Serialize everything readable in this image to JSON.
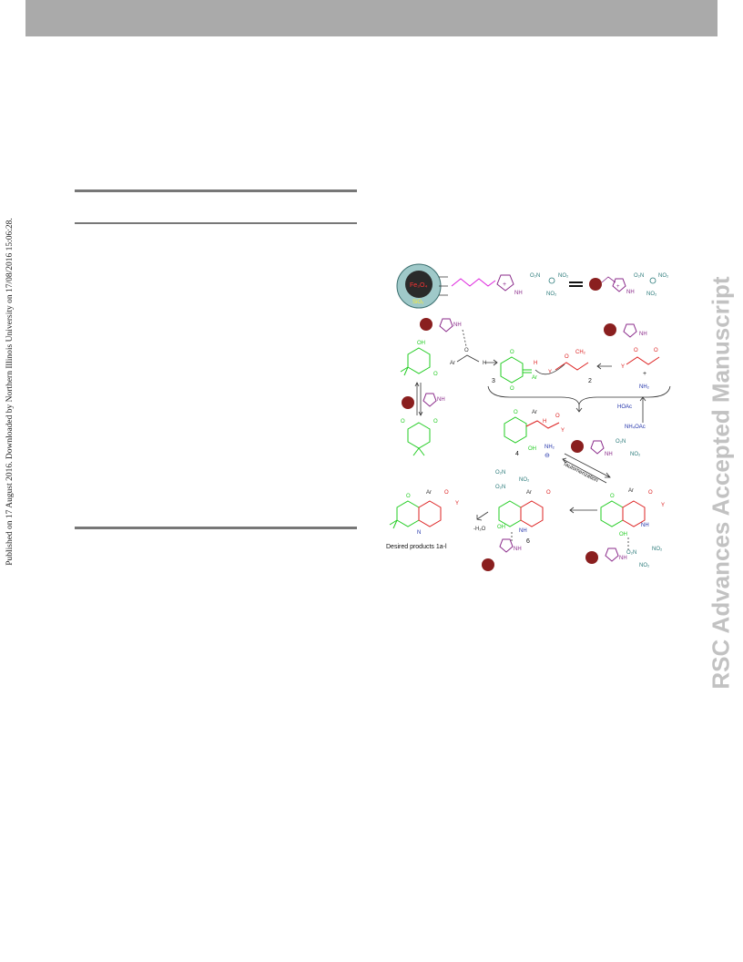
{
  "page": {
    "side_note": "Published on 17 August 2016. Downloaded by Northern Illinois University on 17/08/2016 15:06:28.",
    "watermark": "RSC Advances Accepted Manuscript"
  },
  "scheme": {
    "catalyst_core": "Fe₃O₄",
    "silica": "SiO₂",
    "nh": "NH",
    "no2": "NO₂",
    "o2n": "O₂N",
    "plus": "+",
    "minus": "⊖",
    "ar": "Ar",
    "h": "H",
    "o": "O",
    "oh": "OH",
    "y": "Y",
    "ch2": "CH₂",
    "nh2": "NH₂",
    "hoac": "HOAc",
    "nh4oac": "NH₄OAc",
    "n_h": "N",
    "minus_h2o": "-H₂O",
    "tautomerization": "Tautomerization",
    "desired_products": "Desired products 1a-l",
    "label_3": "3",
    "label_2": "2",
    "label_4": "4",
    "label_6": "6",
    "colors": {
      "green": "#22cc22",
      "red": "#dd2222",
      "purple": "#8a2a8a",
      "teal": "#2a7a7a",
      "blue": "#2233aa",
      "magenta": "#dd22dd",
      "sphere": "#8a1f1f"
    }
  }
}
